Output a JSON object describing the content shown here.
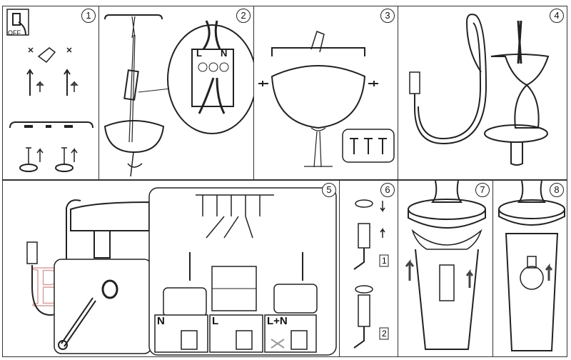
{
  "steps": [
    {
      "number": "1",
      "labels": {
        "switch": "OFF"
      }
    },
    {
      "number": "2",
      "labels": {
        "live": "L",
        "neutral": "N"
      }
    },
    {
      "number": "3"
    },
    {
      "number": "4"
    },
    {
      "number": "5",
      "wiring_options": [
        "N",
        "L",
        "L+N"
      ]
    },
    {
      "number": "6",
      "substeps": [
        "1",
        "2"
      ]
    },
    {
      "number": "7"
    },
    {
      "number": "8"
    }
  ],
  "colors": {
    "line": "#222222",
    "border": "#333333",
    "watermark": "#d9a0a0"
  }
}
